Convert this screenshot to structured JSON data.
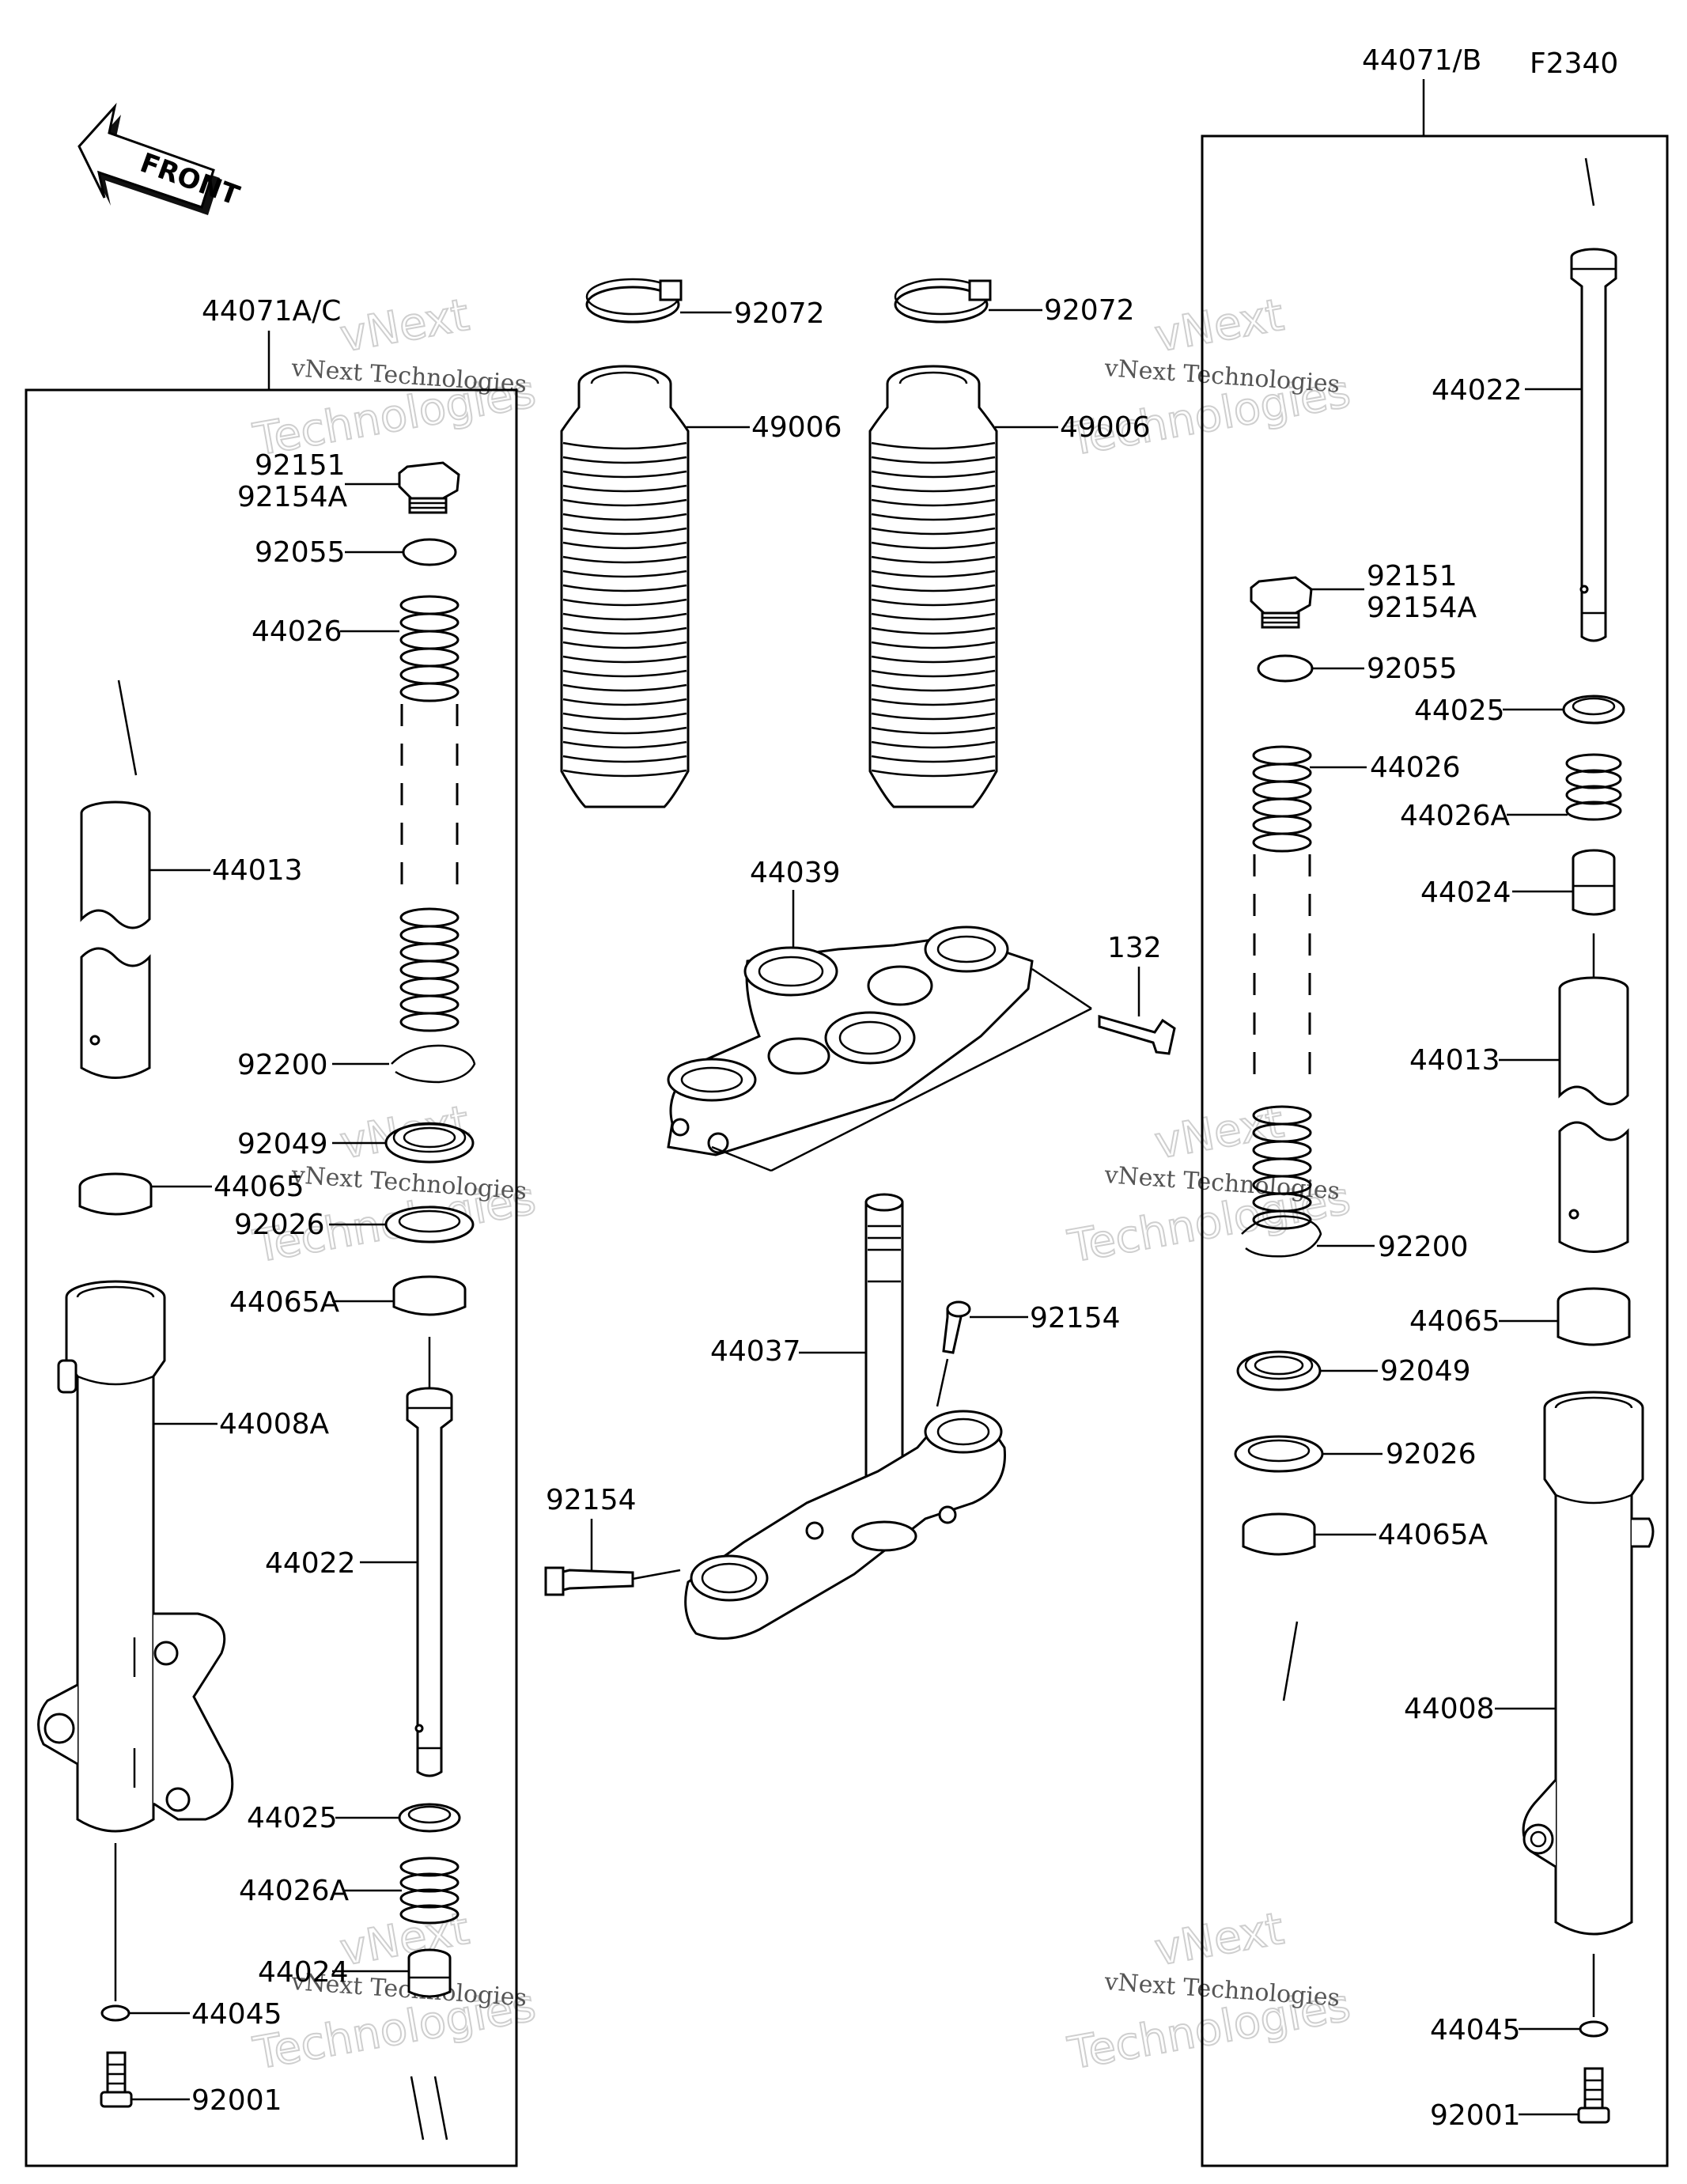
{
  "diagram": {
    "code": "F2340",
    "front_label": "FRONT",
    "watermark_line1": "vNext Technologies",
    "watermark_line2": "vNext",
    "watermark_line3": "Technologies",
    "assemblies": {
      "left": "44071A/C",
      "right": "44071/B"
    },
    "parts": {
      "p92072a": "92072",
      "p92072b": "92072",
      "p49006a": "49006",
      "p49006b": "49006",
      "p44039": "44039",
      "p132": "132",
      "p44037": "44037",
      "p92154a": "92154",
      "p92154b": "92154",
      "L92151": "92151",
      "L92154A": "92154A",
      "L92055": "92055",
      "L44026": "44026",
      "L44013": "44013",
      "L92200": "92200",
      "L92049": "92049",
      "L44065": "44065",
      "L92026": "92026",
      "L44065A": "44065A",
      "L44008A": "44008A",
      "L44022": "44022",
      "L44025": "44025",
      "L44026A": "44026A",
      "L44024": "44024",
      "L44045": "44045",
      "L92001": "92001",
      "R44022": "44022",
      "R92151": "92151",
      "R92154A": "92154A",
      "R92055": "92055",
      "R44025": "44025",
      "R44026": "44026",
      "R44026A": "44026A",
      "R44024": "44024",
      "R44013": "44013",
      "R92200": "92200",
      "R44065": "44065",
      "R92049": "92049",
      "R92026": "92026",
      "R44065A": "44065A",
      "R44008": "44008",
      "R44045": "44045",
      "R92001": "92001"
    }
  }
}
